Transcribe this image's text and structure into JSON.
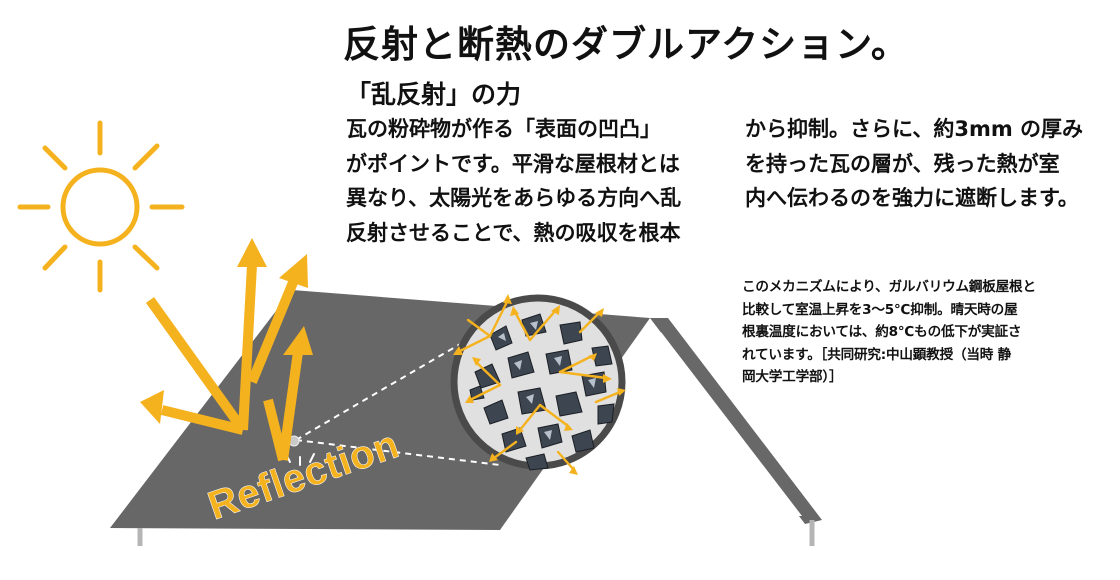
{
  "headline": "反射と断熱のダブルアクション。",
  "subheading": "「乱反射」の力",
  "body_left": [
    "瓦の粉砕物が作る「表面の凹凸」",
    "がポイントです。平滑な屋根材とは",
    "異なり、太陽光をあらゆる方向へ乱",
    "反射させることで、熱の吸収を根本"
  ],
  "body_right": [
    "から抑制。さらに、約3mm の厚み",
    "を持った瓦の層が、残った熱が室",
    "内へ伝わるのを強力に遮断します。"
  ],
  "note_lines": [
    "このメカニズムにより、ガルバリウム鋼板屋根と",
    "比較して室温上昇を3～5℃抑制。晴天時の屋",
    "根裏温度においては、約8℃もの低下が実証さ",
    "れています。［共同研究:中山顕教授（当時 静",
    "岡大学工学部）］"
  ],
  "reflection_label": "Reflection",
  "colors": {
    "accent": "#f5b21f",
    "roof": "#666666",
    "ink": "#111111"
  },
  "icons": [
    "sun-icon",
    "reflection-arrows",
    "aggregate-magnifier-icon"
  ]
}
